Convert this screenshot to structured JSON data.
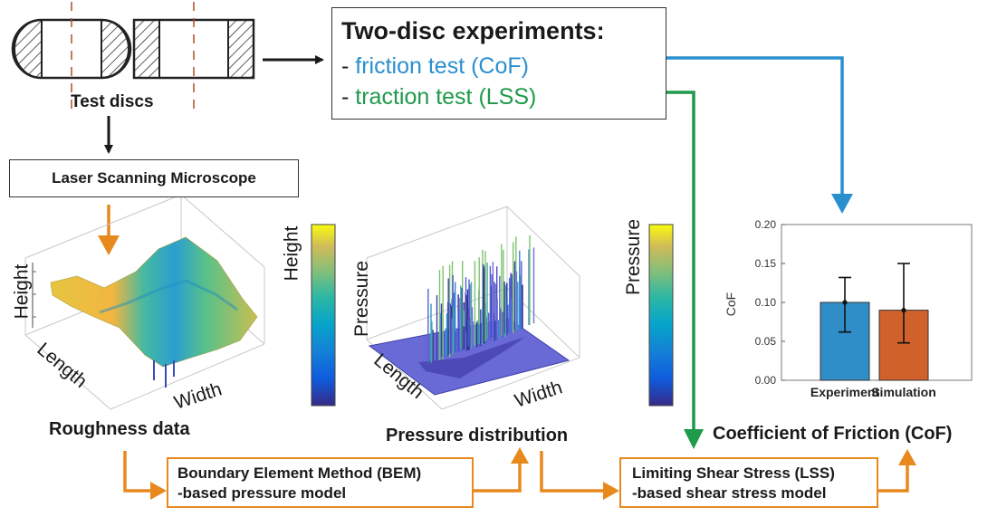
{
  "test_discs": {
    "label": "Test discs"
  },
  "experiments": {
    "title": "Two-disc experiments:",
    "friction": {
      "prefix": "- ",
      "text": "friction test (CoF)",
      "color": "#2a8fcf"
    },
    "traction": {
      "prefix": "- ",
      "text": "traction test (LSS)",
      "color": "#1e9a4a"
    }
  },
  "laser_box": {
    "label": "Laser Scanning Microscope"
  },
  "roughness": {
    "caption": "Roughness data",
    "axes": {
      "z": "Height",
      "x": "Length",
      "y": "Width"
    },
    "colorbar_label": "Height"
  },
  "pressure": {
    "caption": "Pressure distribution",
    "axes": {
      "z": "Pressure",
      "x": "Length",
      "y": "Width"
    },
    "colorbar_label": "Pressure"
  },
  "bem_box": {
    "line1": "Boundary Element Method (BEM)",
    "line2": "-based pressure model"
  },
  "lss_box": {
    "line1": "Limiting Shear Stress (LSS)",
    "line2": "-based shear stress model"
  },
  "cof": {
    "caption": "Coefficient of Friction (CoF)"
  },
  "colors": {
    "orange": "#e8891e",
    "blue": "#2a8fcf",
    "green": "#1e9a4a",
    "black": "#1a1a1a"
  },
  "chart_data": {
    "type": "bar",
    "categories": [
      "Experiment",
      "Simulation"
    ],
    "values": [
      0.1,
      0.09
    ],
    "error_bars": [
      [
        0.062,
        0.132
      ],
      [
        0.048,
        0.15
      ]
    ],
    "ylabel": "CoF",
    "ylim": [
      0,
      0.2
    ],
    "yticks": [
      "0.00",
      "0.05",
      "0.10",
      "0.15",
      "0.20"
    ],
    "bar_colors": [
      "#2f8dc8",
      "#d0612a"
    ]
  }
}
